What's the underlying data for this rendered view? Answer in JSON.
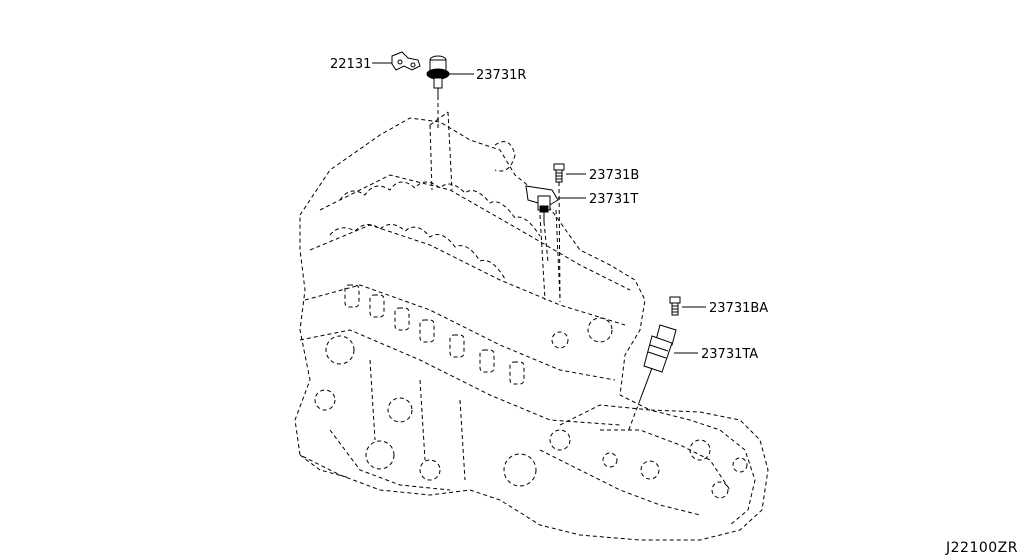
{
  "parts": [
    {
      "id": "22131",
      "label": "22131"
    },
    {
      "id": "23731R",
      "label": "23731R"
    },
    {
      "id": "23731B",
      "label": "23731B"
    },
    {
      "id": "23731T",
      "label": "23731T"
    },
    {
      "id": "23731BA",
      "label": "23731BA"
    },
    {
      "id": "23731TA",
      "label": "23731TA"
    }
  ],
  "diagram_code": "J22100ZR"
}
